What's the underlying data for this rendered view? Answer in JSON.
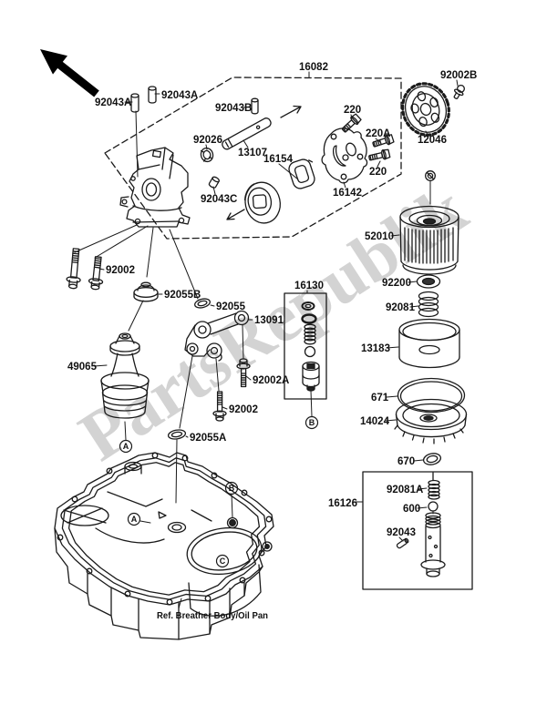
{
  "watermark": "PartsRepublik",
  "caption": "Ref. Breather Body/Oil Pan",
  "colors": {
    "line": "#1a1a1a",
    "watermark": "#c9c9c9",
    "background": "#ffffff"
  },
  "labels": {
    "l92043a_1": "92043A",
    "l92043a_2": "92043A",
    "l92043b": "92043B",
    "l16082": "16082",
    "l92026": "92026",
    "l13107": "13107",
    "l16154": "16154",
    "l92043c": "92043C",
    "l220_1": "220",
    "l220a": "220A",
    "l220_2": "220",
    "l16142": "16142",
    "l92002b": "92002B",
    "l12046": "12046",
    "l52010": "52010",
    "l92200": "92200",
    "l92081": "92081",
    "l13183": "13183",
    "l671": "671",
    "l14024": "14024",
    "l670": "670",
    "l16130": "16130",
    "l13091": "13091",
    "l92055b": "92055B",
    "l92055": "92055",
    "l49065": "49065",
    "l92002a": "92002A",
    "l92002_mid": "92002",
    "l92055a": "92055A",
    "l92002_left": "92002",
    "l16126": "16126",
    "l92081a": "92081A",
    "l600": "600",
    "l92043": "92043"
  },
  "markers": {
    "a": "A",
    "b": "B",
    "c": "C"
  }
}
